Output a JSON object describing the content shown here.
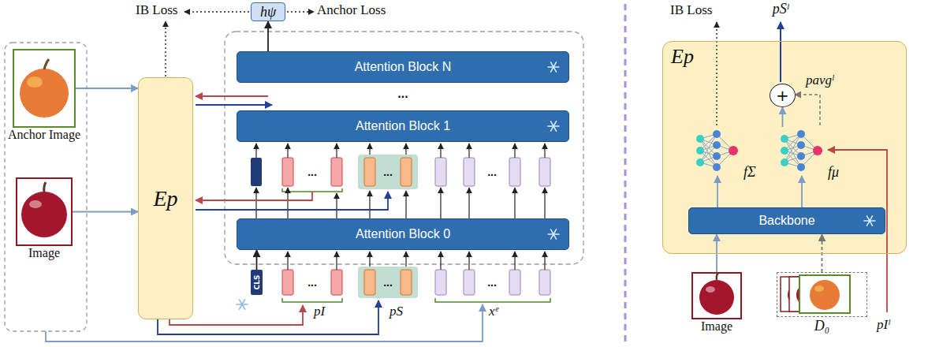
{
  "diagram": {
    "nodes": [
      {
        "text": [
          "hψ"
        ]
      },
      {
        "text": [
          "Anchor Image"
        ]
      },
      {
        "text": [
          "Image"
        ]
      },
      {
        "text": [
          "Ep"
        ]
      },
      {
        "text": [
          "Attention Block N"
        ]
      },
      {
        "text": [
          "Attention Block 1"
        ]
      },
      {
        "text": [
          "Attention Block 0"
        ]
      },
      {
        "text": [
          "CLS"
        ]
      },
      {
        "text": [
          "Ep"
        ]
      },
      {
        "text": [
          "fΣ"
        ],
        "in": 8
      },
      {
        "text": [
          "+"
        ],
        "in": 8
      },
      {
        "text": [
          "fμ"
        ],
        "in": 8
      },
      {
        "text": [
          "Backbone"
        ],
        "in": 8
      },
      {
        "text": [
          "Image"
        ]
      },
      {
        "text": [
          "D₀"
        ]
      }
    ],
    "edges": [
      {
        "from": 4,
        "to": 0,
        "arrow": "to"
      },
      {
        "from": 1,
        "to": 3,
        "arrow": "to"
      },
      {
        "from": 2,
        "to": 3,
        "arrow": "to"
      },
      {
        "from": 7,
        "to": 6,
        "arrow": "to"
      },
      {
        "from": 13,
        "to": 12,
        "arrow": "to"
      },
      {
        "from": 14,
        "to": 12,
        "arrow": "to"
      },
      {
        "from": 12,
        "to": 9,
        "arrow": "to"
      },
      {
        "from": 12,
        "to": 11,
        "arrow": "to"
      },
      {
        "from": 11,
        "to": 10,
        "arrow": "to"
      }
    ],
    "labels": [
      "IB Loss",
      "Anchor Loss",
      "...",
      "...",
      "...",
      "...",
      "...",
      "...",
      "...",
      "pI",
      "pS",
      "xᵉ",
      "IB Loss",
      "pSˡ",
      "pavgˡ",
      "pIˡ"
    ]
  }
}
